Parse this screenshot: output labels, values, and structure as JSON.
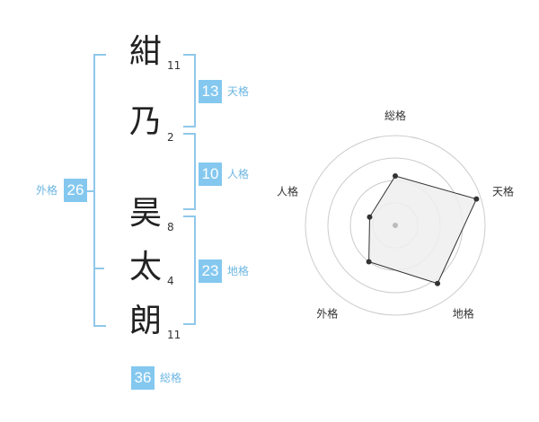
{
  "name": {
    "chars": [
      {
        "char": "紺",
        "strokes": "11"
      },
      {
        "char": "乃",
        "strokes": "2"
      },
      {
        "char": "昊",
        "strokes": "8"
      },
      {
        "char": "太",
        "strokes": "4"
      },
      {
        "char": "朗",
        "strokes": "11"
      }
    ]
  },
  "fortunes": {
    "tenkaku": {
      "value": "13",
      "label": "天格"
    },
    "jinkaku": {
      "value": "10",
      "label": "人格"
    },
    "chikaku": {
      "value": "23",
      "label": "地格"
    },
    "gaikaku": {
      "value": "26",
      "label": "外格"
    },
    "soukaku": {
      "value": "36",
      "label": "総格"
    }
  },
  "chart_data": {
    "type": "radar",
    "axes": [
      "総格",
      "天格",
      "地格",
      "外格",
      "人格"
    ],
    "values": [
      0.55,
      0.95,
      0.8,
      0.5,
      0.3
    ],
    "range": [
      0,
      1
    ],
    "rings": 4,
    "grid": true,
    "colors": {
      "fill": "#eeeeee",
      "line": "#333333",
      "grid": "#cccccc",
      "center": "#bbbbbb"
    }
  },
  "colors": {
    "accent": "#84c8ef",
    "bracket": "#8fc8ea"
  }
}
